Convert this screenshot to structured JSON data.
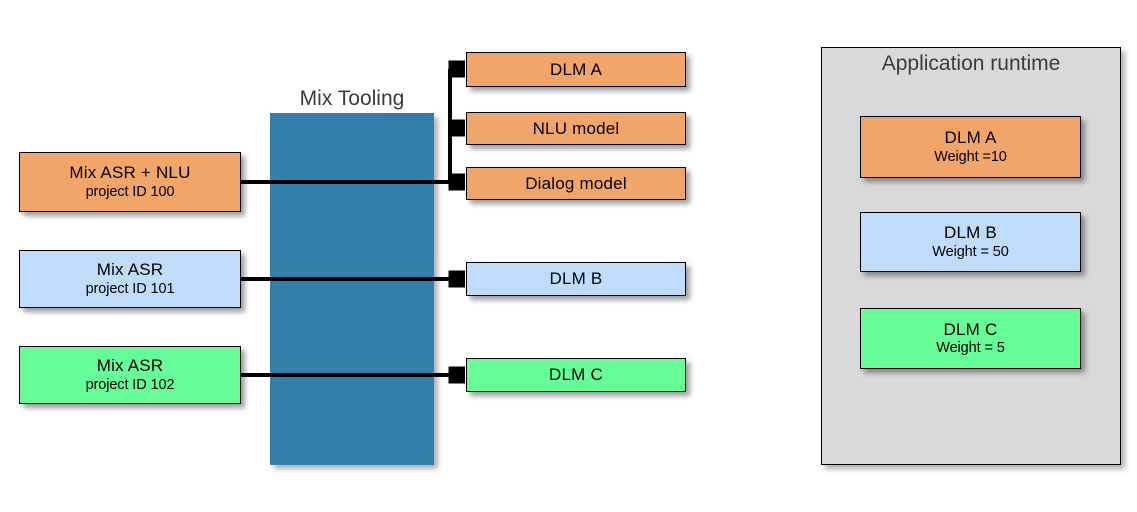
{
  "colors": {
    "orange": "#f2a568",
    "blue": "#bfdcfa",
    "green": "#66fc98",
    "tooling_blue": "#2e7fae",
    "runtime_gray": "#d9d9d9",
    "outline": "#000000",
    "label_text": "#3b3b3b"
  },
  "sources": {
    "items": [
      {
        "line1": "Mix ASR + NLU",
        "line2": "project ID 100",
        "fill": "orange"
      },
      {
        "line1": "Mix ASR",
        "line2": "project ID 101",
        "fill": "blue"
      },
      {
        "line1": "Mix ASR",
        "line2": "project ID 102",
        "fill": "green"
      }
    ]
  },
  "tooling": {
    "label": "Mix Tooling"
  },
  "artifacts": {
    "items": [
      {
        "label": "DLM A",
        "fill": "orange"
      },
      {
        "label": "NLU model",
        "fill": "orange"
      },
      {
        "label": "Dialog model",
        "fill": "orange"
      },
      {
        "label": "DLM B",
        "fill": "blue"
      },
      {
        "label": "DLM C",
        "fill": "green"
      }
    ]
  },
  "runtime": {
    "title": "Application runtime",
    "items": [
      {
        "line1": "DLM A",
        "line2": "Weight =10",
        "fill": "orange"
      },
      {
        "line1": "DLM B",
        "line2": "Weight = 50",
        "fill": "blue"
      },
      {
        "line1": "DLM C",
        "line2": "Weight = 5",
        "fill": "green"
      }
    ]
  }
}
